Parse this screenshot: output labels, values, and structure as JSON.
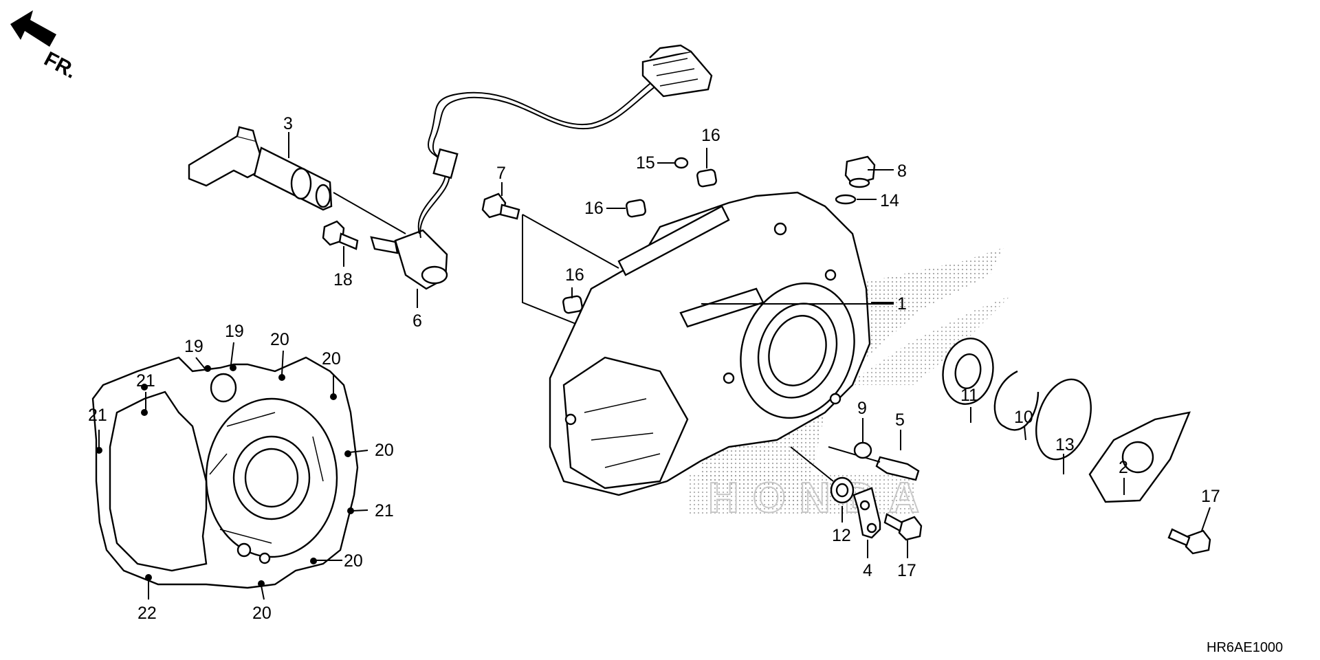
{
  "orientation": {
    "label": "FR.",
    "icon": "arrow-front-icon"
  },
  "diagram_code": "HR6AE1000",
  "watermark": {
    "icon": "wing-logo-watermark",
    "text": "HONDA"
  },
  "callouts": [
    {
      "id": "p1",
      "label": "1"
    },
    {
      "id": "p2",
      "label": "2"
    },
    {
      "id": "p3",
      "label": "3"
    },
    {
      "id": "p4",
      "label": "4"
    },
    {
      "id": "p5",
      "label": "5"
    },
    {
      "id": "p6",
      "label": "6"
    },
    {
      "id": "p7",
      "label": "7"
    },
    {
      "id": "p8",
      "label": "8"
    },
    {
      "id": "p9",
      "label": "9"
    },
    {
      "id": "p10",
      "label": "10"
    },
    {
      "id": "p11",
      "label": "11"
    },
    {
      "id": "p12",
      "label": "12"
    },
    {
      "id": "p13",
      "label": "13"
    },
    {
      "id": "p14",
      "label": "14"
    },
    {
      "id": "p15",
      "label": "15"
    },
    {
      "id": "p16a",
      "label": "16"
    },
    {
      "id": "p16b",
      "label": "16"
    },
    {
      "id": "p16c",
      "label": "16"
    },
    {
      "id": "p17a",
      "label": "17"
    },
    {
      "id": "p17b",
      "label": "17"
    },
    {
      "id": "p18",
      "label": "18"
    },
    {
      "id": "p19a",
      "label": "19"
    },
    {
      "id": "p19b",
      "label": "19"
    },
    {
      "id": "p20a",
      "label": "20"
    },
    {
      "id": "p20b",
      "label": "20"
    },
    {
      "id": "p20c",
      "label": "20"
    },
    {
      "id": "p20d",
      "label": "20"
    },
    {
      "id": "p20e",
      "label": "20"
    },
    {
      "id": "p21a",
      "label": "21"
    },
    {
      "id": "p21b",
      "label": "21"
    },
    {
      "id": "p21c",
      "label": "21"
    },
    {
      "id": "p22",
      "label": "22"
    }
  ]
}
